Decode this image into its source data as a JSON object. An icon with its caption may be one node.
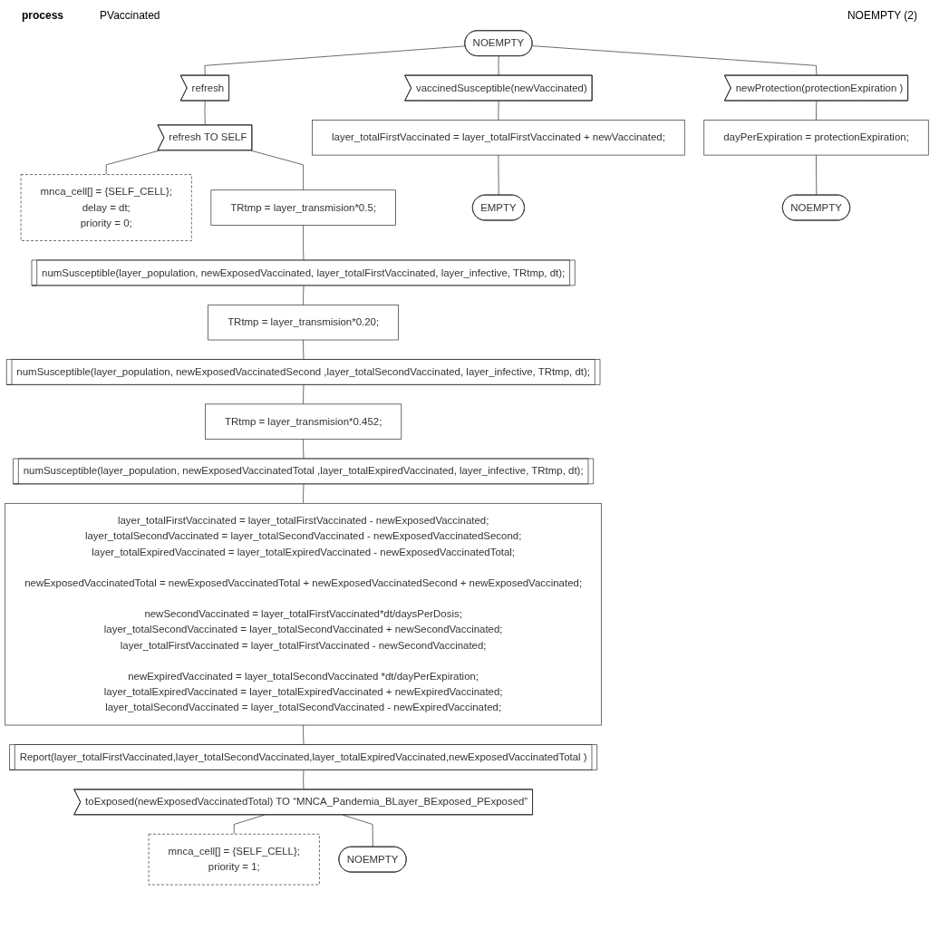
{
  "diagram": {
    "nodes": [
      {
        "text": [
          "NOEMPTY"
        ]
      },
      {
        "text": [
          "refresh"
        ]
      },
      {
        "text": [
          "refresh TO SELF"
        ]
      },
      {
        "text": [
          "mnca_cell[] = {SELF_CELL}; delay = dt; priority = 0;"
        ]
      },
      {
        "text": [
          "TRtmp = layer_transmision*0.5;"
        ]
      },
      {
        "text": [
          "numSusceptible(layer_population, newExposedVaccinated, layer_totalFirstVaccinated, layer_infective, TRtmp, dt);"
        ]
      },
      {
        "text": [
          "TRtmp = layer_transmision*0.20;"
        ]
      },
      {
        "text": [
          "numSusceptible(layer_population, newExposedVaccinatedSecond ,layer_totalSecondVaccinated, layer_infective, TRtmp, dt);"
        ]
      },
      {
        "text": [
          "TRtmp = layer_transmision*0.452;"
        ]
      },
      {
        "text": [
          "numSusceptible(layer_population, newExposedVaccinatedTotal ,layer_totalExpiredVaccinated, layer_infective, TRtmp, dt);"
        ]
      },
      {
        "text": [
          "layer_totalFirstVaccinated = layer_totalFirstVaccinated - newExposedVaccinated; layer_totalSecondVaccinated = layer_totalSecondVaccinated - newExposedVaccinatedSecond; layer_totalExpiredVaccinated = layer_totalExpiredVaccinated - newExposedVaccinatedTotal;",
          "newExposedVaccinatedTotal = newExposedVaccinatedTotal + newExposedVaccinatedSecond + newExposedVaccinated;",
          "newSecondVaccinated = layer_totalFirstVaccinated*dt/daysPerDosis; layer_totalSecondVaccinated = layer_totalSecondVaccinated + newSecondVaccinated; layer_totalFirstVaccinated = layer_totalFirstVaccinated - newSecondVaccinated;",
          "newExpiredVaccinated = layer_totalSecondVaccinated *dt/dayPerExpiration; layer_totalExpiredVaccinated = layer_totalExpiredVaccinated + newExpiredVaccinated; layer_totalSecondVaccinated = layer_totalSecondVaccinated - newExpiredVaccinated;"
        ]
      },
      {
        "text": [
          "Report(layer_totalFirstVaccinated,layer_totalSecondVaccinated,layer_totalExpiredVaccinated,newExposedVaccinatedTotal )"
        ]
      },
      {
        "text": [
          "toExposed(newExposedVaccinatedTotal) TO “MNCA_Pandemia_BLayer_BExposed_PExposed”"
        ]
      },
      {
        "text": [
          "mnca_cell[] = {SELF_CELL}; priority = 1;"
        ]
      },
      {
        "text": [
          "NOEMPTY"
        ]
      },
      {
        "text": [
          "vaccinedSusceptible(newVaccinated)"
        ]
      },
      {
        "text": [
          "layer_totalFirstVaccinated = layer_totalFirstVaccinated + newVaccinated;"
        ]
      },
      {
        "text": [
          "EMPTY"
        ]
      },
      {
        "text": [
          "newProtection(protectionExpiration )"
        ]
      },
      {
        "text": [
          "dayPerExpiration = protectionExpiration;"
        ]
      },
      {
        "text": [
          "NOEMPTY"
        ]
      }
    ],
    "edges": [
      {
        "from": 0,
        "to": 1,
        "arrow": "none"
      },
      {
        "from": 1,
        "to": 2,
        "arrow": "none"
      },
      {
        "from": 2,
        "to": 3,
        "arrow": "none"
      },
      {
        "from": 2,
        "to": 4,
        "arrow": "none"
      },
      {
        "from": 4,
        "to": 5,
        "arrow": "none"
      },
      {
        "from": 5,
        "to": 6,
        "arrow": "none"
      },
      {
        "from": 6,
        "to": 7,
        "arrow": "none"
      },
      {
        "from": 7,
        "to": 8,
        "arrow": "none"
      },
      {
        "from": 8,
        "to": 9,
        "arrow": "none"
      },
      {
        "from": 9,
        "to": 10,
        "arrow": "none"
      },
      {
        "from": 10,
        "to": 11,
        "arrow": "none"
      },
      {
        "from": 11,
        "to": 12,
        "arrow": "none"
      },
      {
        "from": 12,
        "to": 13,
        "arrow": "none"
      },
      {
        "from": 12,
        "to": 14,
        "arrow": "none"
      },
      {
        "from": 0,
        "to": 15,
        "arrow": "none"
      },
      {
        "from": 15,
        "to": 16,
        "arrow": "none"
      },
      {
        "from": 16,
        "to": 17,
        "arrow": "none"
      },
      {
        "from": 0,
        "to": 18,
        "arrow": "none"
      },
      {
        "from": 18,
        "to": 19,
        "arrow": "none"
      },
      {
        "from": 19,
        "to": 20,
        "arrow": "none"
      }
    ],
    "labels": [
      "process",
      "PVaccinated",
      "NOEMPTY (2)"
    ]
  }
}
